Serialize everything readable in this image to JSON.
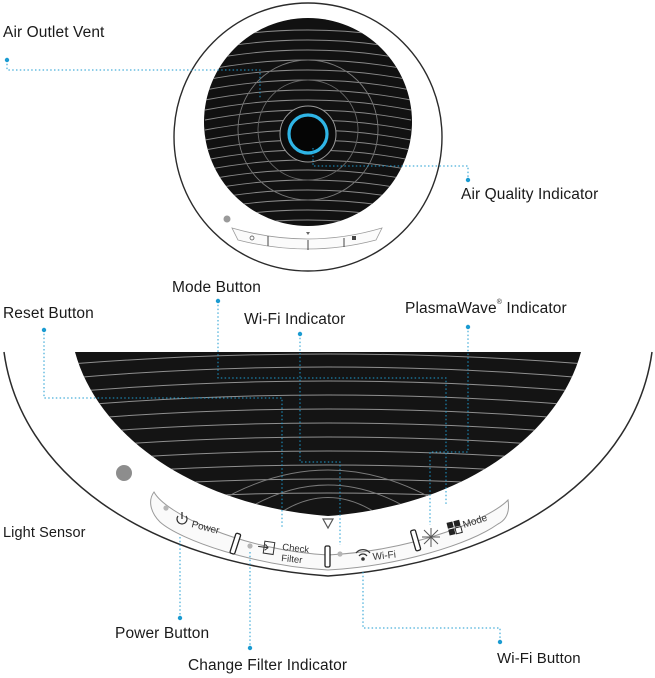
{
  "labels": {
    "air_outlet_vent": "Air Outlet Vent",
    "air_quality_indicator": "Air  Quality Indicator",
    "mode_button": "Mode Button",
    "reset_button": "Reset Button",
    "wifi_indicator": "Wi-Fi Indicator",
    "plasmawave_indicator_pre": "PlasmaWave",
    "plasmawave_indicator_reg": "®",
    "plasmawave_indicator_post": " Indicator",
    "light_sensor": "Light Sensor",
    "power_button": "Power Button",
    "change_filter_indicator": "Change Filter Indicator",
    "wifi_button": "Wi-Fi Button"
  },
  "panel": {
    "power": "Power",
    "check": "Check",
    "filter": "Filter",
    "wifi": "Wi-Fi",
    "mode": "Mode"
  },
  "colors": {
    "leader": "#1b9bd1",
    "vent": "#141414",
    "aqi_ring": "#2fb5e6"
  },
  "icons": [
    "power-icon",
    "filter-icon",
    "wifi-icon",
    "mode-icon",
    "plasmawave-icon",
    "triangle-indicator-icon"
  ]
}
